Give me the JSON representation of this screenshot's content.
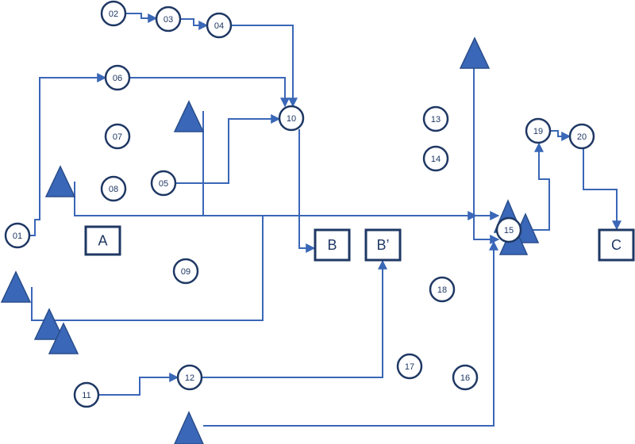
{
  "colors": {
    "node_stroke": "#1f3864",
    "node_fill": "#ffffff",
    "arrow": "#3a67b7",
    "triangle_fill": "#3a67b7",
    "triangle_stroke": "#2a4e8c",
    "box_stroke": "#1f3864"
  },
  "nodes": [
    {
      "id": "01",
      "label": "01"
    },
    {
      "id": "02",
      "label": "02"
    },
    {
      "id": "03",
      "label": "03"
    },
    {
      "id": "04",
      "label": "04"
    },
    {
      "id": "05",
      "label": "05"
    },
    {
      "id": "06",
      "label": "06"
    },
    {
      "id": "07",
      "label": "07"
    },
    {
      "id": "08",
      "label": "08"
    },
    {
      "id": "09",
      "label": "09"
    },
    {
      "id": "10",
      "label": "10"
    },
    {
      "id": "11",
      "label": "11"
    },
    {
      "id": "12",
      "label": "12"
    },
    {
      "id": "13",
      "label": "13"
    },
    {
      "id": "14",
      "label": "14"
    },
    {
      "id": "15",
      "label": "15"
    },
    {
      "id": "16",
      "label": "16"
    },
    {
      "id": "17",
      "label": "17"
    },
    {
      "id": "18",
      "label": "18"
    },
    {
      "id": "19",
      "label": "19"
    },
    {
      "id": "20",
      "label": "20"
    }
  ],
  "boxes": [
    {
      "id": "A",
      "label": "A"
    },
    {
      "id": "B",
      "label": "B"
    },
    {
      "id": "Bprime",
      "label": "B’"
    },
    {
      "id": "C",
      "label": "C"
    }
  ]
}
